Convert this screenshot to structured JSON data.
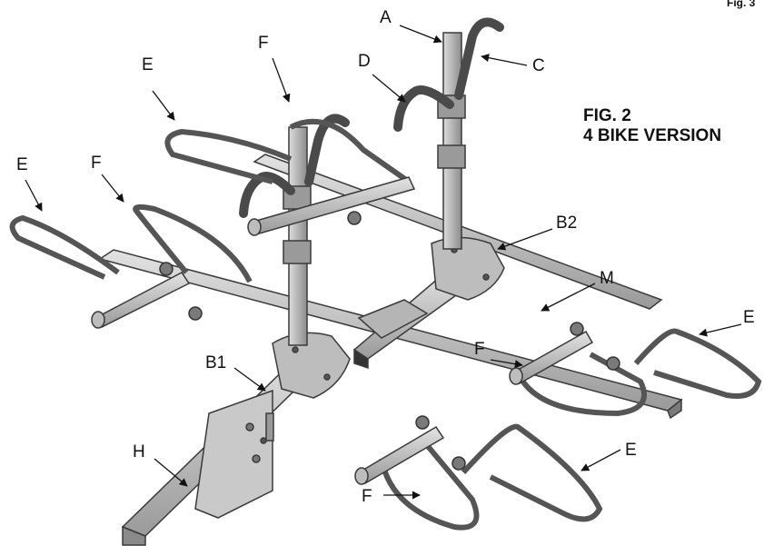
{
  "corner_label": "Fig. 3",
  "figure": {
    "title_line1": "FIG. 2",
    "title_line2": "4 BIKE VERSION"
  },
  "callouts": {
    "a": "A",
    "b1": "B1",
    "b2": "B2",
    "c": "C",
    "d": "D",
    "e1": "E",
    "e2": "E",
    "e3": "E",
    "e4": "E",
    "f1": "F",
    "f2": "F",
    "f3": "F",
    "f4": "F",
    "h": "H",
    "m": "M"
  },
  "colors": {
    "metal_light": "#d6d6d6",
    "metal_mid": "#a8a8a8",
    "metal_dark": "#6e6e6e",
    "outline": "#3a3a3a",
    "text": "#111111"
  }
}
